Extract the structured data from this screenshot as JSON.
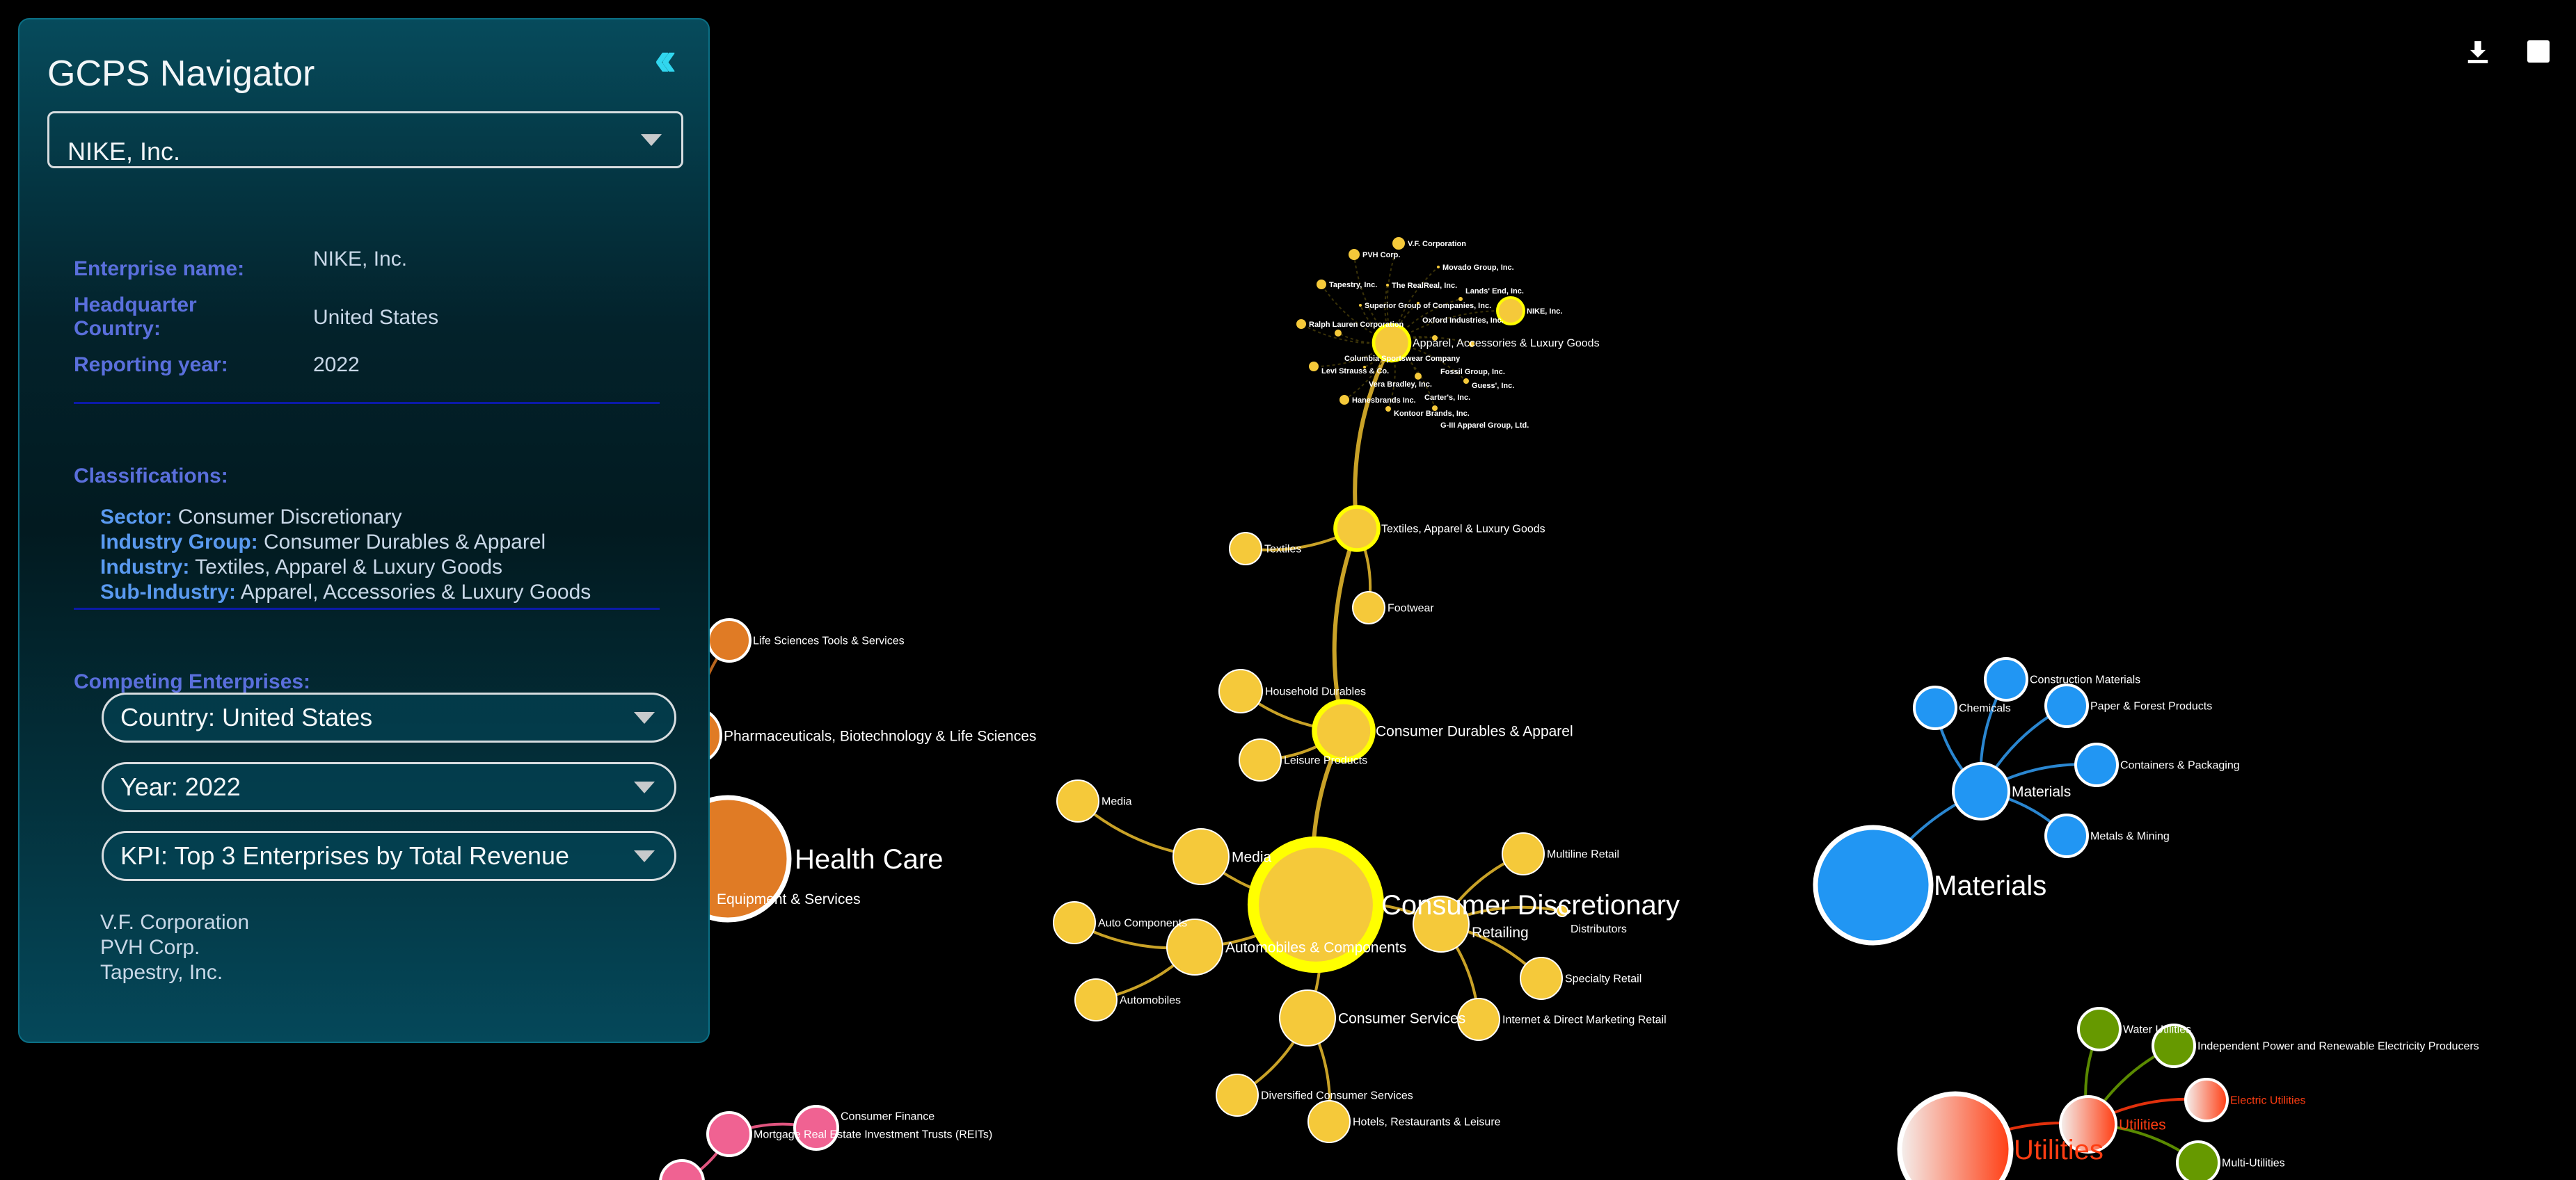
{
  "panel": {
    "title": "GCPS Navigator",
    "enterprise_select": "NIKE, Inc.",
    "details": {
      "name_label": "Enterprise name:",
      "name_value": "NIKE, Inc.",
      "hq_label": "Headquarter Country:",
      "hq_value": "United States",
      "year_label": "Reporting year:",
      "year_value": "2022"
    },
    "classifications": {
      "heading": "Classifications:",
      "sector_label": "Sector:",
      "sector": "Consumer Discretionary",
      "group_label": "Industry Group:",
      "group": "Consumer Durables & Apparel",
      "industry_label": "Industry:",
      "industry": "Textiles, Apparel & Luxury Goods",
      "sub_label": "Sub-Industry:",
      "sub": "Apparel, Accessories & Luxury Goods"
    },
    "competing": {
      "heading": "Competing Enterprises:",
      "country_filter": "Country: United States",
      "year_filter": "Year: 2022",
      "kpi_filter": "KPI: Top 3 Enterprises by Total Revenue",
      "results": [
        "V.F. Corporation",
        "PVH Corp.",
        "Tapestry, Inc."
      ]
    }
  },
  "colors": {
    "consumer": "#f5c93a",
    "selected_ring": "#ffff00",
    "materials": "#2196f3",
    "health": "#e07b25",
    "utilities": "#ff3d12",
    "utilities_leaf": "#669900",
    "real_estate": "#f06292"
  },
  "graph": {
    "nodes": [
      {
        "id": "cd",
        "label": "Consumer Discretionary",
        "group": "consumer",
        "level": "sector",
        "selected": true
      },
      {
        "id": "cda",
        "label": "Consumer Durables & Apparel",
        "group": "consumer",
        "level": "group",
        "selected": true
      },
      {
        "id": "tal",
        "label": "Textiles, Apparel & Luxury Goods",
        "group": "consumer",
        "level": "industry",
        "selected": true
      },
      {
        "id": "aal",
        "label": "Apparel, Accessories & Luxury Goods",
        "group": "consumer",
        "level": "industry",
        "selected": true
      },
      {
        "id": "tex",
        "label": "Textiles",
        "group": "consumer",
        "level": "leaf"
      },
      {
        "id": "foot",
        "label": "Footwear",
        "group": "consumer",
        "level": "leaf"
      },
      {
        "id": "hd",
        "label": "Household Durables",
        "group": "consumer",
        "level": "leaf"
      },
      {
        "id": "lp",
        "label": "Leisure Products",
        "group": "consumer",
        "level": "leaf"
      },
      {
        "id": "media",
        "label": "Media",
        "group": "consumer",
        "level": "group"
      },
      {
        "id": "media2",
        "label": "Media",
        "group": "consumer",
        "level": "leaf"
      },
      {
        "id": "autoc",
        "label": "Automobiles & Components",
        "group": "consumer",
        "level": "group"
      },
      {
        "id": "autocomp",
        "label": "Auto Components",
        "group": "consumer",
        "level": "leaf"
      },
      {
        "id": "autos",
        "label": "Automobiles",
        "group": "consumer",
        "level": "leaf"
      },
      {
        "id": "ret",
        "label": "Retailing",
        "group": "consumer",
        "level": "group"
      },
      {
        "id": "mlr",
        "label": "Multiline Retail",
        "group": "consumer",
        "level": "leaf"
      },
      {
        "id": "dist",
        "label": "Distributors",
        "group": "consumer",
        "level": "leaf"
      },
      {
        "id": "spec",
        "label": "Specialty Retail",
        "group": "consumer",
        "level": "leaf"
      },
      {
        "id": "inet",
        "label": "Internet & Direct Marketing Retail",
        "group": "consumer",
        "level": "leaf"
      },
      {
        "id": "cs",
        "label": "Consumer Services",
        "group": "consumer",
        "level": "group"
      },
      {
        "id": "dcs",
        "label": "Diversified Consumer Services",
        "group": "consumer",
        "level": "leaf"
      },
      {
        "id": "hrl",
        "label": "Hotels, Restaurants & Leisure",
        "group": "consumer",
        "level": "leaf"
      },
      {
        "id": "vf",
        "label": "V.F. Corporation",
        "group": "consumer",
        "level": "company"
      },
      {
        "id": "pvh",
        "label": "PVH Corp.",
        "group": "consumer",
        "level": "company"
      },
      {
        "id": "tap",
        "label": "Tapestry, Inc.",
        "group": "consumer",
        "level": "company"
      },
      {
        "id": "rr",
        "label": "The RealReal, Inc.",
        "group": "consumer",
        "level": "company"
      },
      {
        "id": "mov",
        "label": "Movado Group, Inc.",
        "group": "consumer",
        "level": "company"
      },
      {
        "id": "sup",
        "label": "Superior Group of Companies, Inc.",
        "group": "consumer",
        "level": "company"
      },
      {
        "id": "oxf",
        "label": "Oxford Industries, Inc.",
        "group": "consumer",
        "level": "company"
      },
      {
        "id": "le",
        "label": "Lands' End, Inc.",
        "group": "consumer",
        "level": "company"
      },
      {
        "id": "nike",
        "label": "NIKE, Inc.",
        "group": "consumer",
        "level": "company",
        "selected": true
      },
      {
        "id": "rl",
        "label": "Ralph Lauren Corporation",
        "group": "consumer",
        "level": "company"
      },
      {
        "id": "col",
        "label": "Columbia Sportswear Company",
        "group": "consumer",
        "level": "company"
      },
      {
        "id": "fos",
        "label": "Fossil Group, Inc.",
        "group": "consumer",
        "level": "company"
      },
      {
        "id": "unk",
        "label": "",
        "group": "consumer",
        "level": "company"
      },
      {
        "id": "levi",
        "label": "Levi Strauss & Co.",
        "group": "consumer",
        "level": "company"
      },
      {
        "id": "vb",
        "label": "Vera Bradley, Inc.",
        "group": "consumer",
        "level": "company"
      },
      {
        "id": "car",
        "label": "Carter's, Inc.",
        "group": "consumer",
        "level": "company"
      },
      {
        "id": "gue",
        "label": "Guess', Inc.",
        "group": "consumer",
        "level": "company"
      },
      {
        "id": "han",
        "label": "Hanesbrands Inc.",
        "group": "consumer",
        "level": "company"
      },
      {
        "id": "kon",
        "label": "Kontoor Brands, Inc.",
        "group": "consumer",
        "level": "company"
      },
      {
        "id": "g3",
        "label": "G-III Apparel Group, Ltd.",
        "group": "consumer",
        "level": "company"
      },
      {
        "id": "mat",
        "label": "Materials",
        "group": "materials",
        "level": "sector"
      },
      {
        "id": "mat2",
        "label": "Materials",
        "group": "materials",
        "level": "group"
      },
      {
        "id": "chem",
        "label": "Chemicals",
        "group": "materials",
        "level": "leaf"
      },
      {
        "id": "cm",
        "label": "Construction Materials",
        "group": "materials",
        "level": "leaf"
      },
      {
        "id": "pfp",
        "label": "Paper & Forest Products",
        "group": "materials",
        "level": "leaf"
      },
      {
        "id": "cp",
        "label": "Containers & Packaging",
        "group": "materials",
        "level": "leaf"
      },
      {
        "id": "mm",
        "label": "Metals & Mining",
        "group": "materials",
        "level": "leaf"
      },
      {
        "id": "hc",
        "label": "Health Care",
        "group": "health",
        "level": "sector"
      },
      {
        "id": "hces",
        "label": "Equipment & Services",
        "group": "health",
        "level": "group"
      },
      {
        "id": "pbl",
        "label": "Pharmaceuticals, Biotechnology & Life Sciences",
        "group": "health",
        "level": "group"
      },
      {
        "id": "lst",
        "label": "Life Sciences Tools & Services",
        "group": "health",
        "level": "leaf"
      },
      {
        "id": "ut",
        "label": "Utilities",
        "group": "utilities",
        "level": "sector"
      },
      {
        "id": "ut2",
        "label": "Utilities",
        "group": "utilities",
        "level": "group"
      },
      {
        "id": "eu",
        "label": "Electric Utilities",
        "group": "utilities",
        "level": "leaf"
      },
      {
        "id": "wu",
        "label": "Water Utilities",
        "group": "utilities_leaf",
        "level": "leaf"
      },
      {
        "id": "ipr",
        "label": "Independent Power and Renewable Electricity Producers",
        "group": "utilities_leaf",
        "level": "leaf"
      },
      {
        "id": "mu",
        "label": "Multi-Utilities",
        "group": "utilities_leaf",
        "level": "leaf"
      },
      {
        "id": "mreit",
        "label": "Mortgage Real Estate Investment Trusts (REITs)",
        "group": "real_estate",
        "level": "leaf"
      },
      {
        "id": "cf",
        "label": "Consumer Finance",
        "group": "real_estate",
        "level": "leaf"
      },
      {
        "id": "re3",
        "label": "",
        "group": "real_estate",
        "level": "leaf"
      }
    ],
    "edges": [
      [
        "cd",
        "cda"
      ],
      [
        "cda",
        "tal"
      ],
      [
        "tal",
        "aal"
      ],
      [
        "tal",
        "tex"
      ],
      [
        "tal",
        "foot"
      ],
      [
        "cda",
        "hd"
      ],
      [
        "cda",
        "lp"
      ],
      [
        "cd",
        "media"
      ],
      [
        "media",
        "media2"
      ],
      [
        "cd",
        "autoc"
      ],
      [
        "autoc",
        "autocomp"
      ],
      [
        "autoc",
        "autos"
      ],
      [
        "cd",
        "ret"
      ],
      [
        "ret",
        "mlr"
      ],
      [
        "ret",
        "dist"
      ],
      [
        "ret",
        "spec"
      ],
      [
        "ret",
        "inet"
      ],
      [
        "cd",
        "cs"
      ],
      [
        "cs",
        "dcs"
      ],
      [
        "cs",
        "hrl"
      ],
      [
        "aal",
        "vf"
      ],
      [
        "aal",
        "pvh"
      ],
      [
        "aal",
        "tap"
      ],
      [
        "aal",
        "rr"
      ],
      [
        "aal",
        "mov"
      ],
      [
        "aal",
        "sup"
      ],
      [
        "aal",
        "oxf"
      ],
      [
        "aal",
        "le"
      ],
      [
        "aal",
        "nike"
      ],
      [
        "aal",
        "rl"
      ],
      [
        "aal",
        "col"
      ],
      [
        "aal",
        "fos"
      ],
      [
        "aal",
        "unk"
      ],
      [
        "aal",
        "levi"
      ],
      [
        "aal",
        "vb"
      ],
      [
        "aal",
        "car"
      ],
      [
        "aal",
        "gue"
      ],
      [
        "aal",
        "han"
      ],
      [
        "aal",
        "kon"
      ],
      [
        "aal",
        "g3"
      ],
      [
        "mat",
        "mat2"
      ],
      [
        "mat2",
        "chem"
      ],
      [
        "mat2",
        "cm"
      ],
      [
        "mat2",
        "pfp"
      ],
      [
        "mat2",
        "cp"
      ],
      [
        "mat2",
        "mm"
      ],
      [
        "hc",
        "pbl"
      ],
      [
        "pbl",
        "lst"
      ],
      [
        "ut",
        "ut2"
      ],
      [
        "ut2",
        "eu"
      ],
      [
        "ut2",
        "wu"
      ],
      [
        "ut2",
        "ipr"
      ],
      [
        "ut2",
        "mu"
      ],
      [
        "mreit",
        "cf"
      ],
      [
        "mreit",
        "re3"
      ]
    ]
  },
  "toolbar": {
    "download_icon": "download-icon",
    "stop_icon": "square-icon"
  }
}
